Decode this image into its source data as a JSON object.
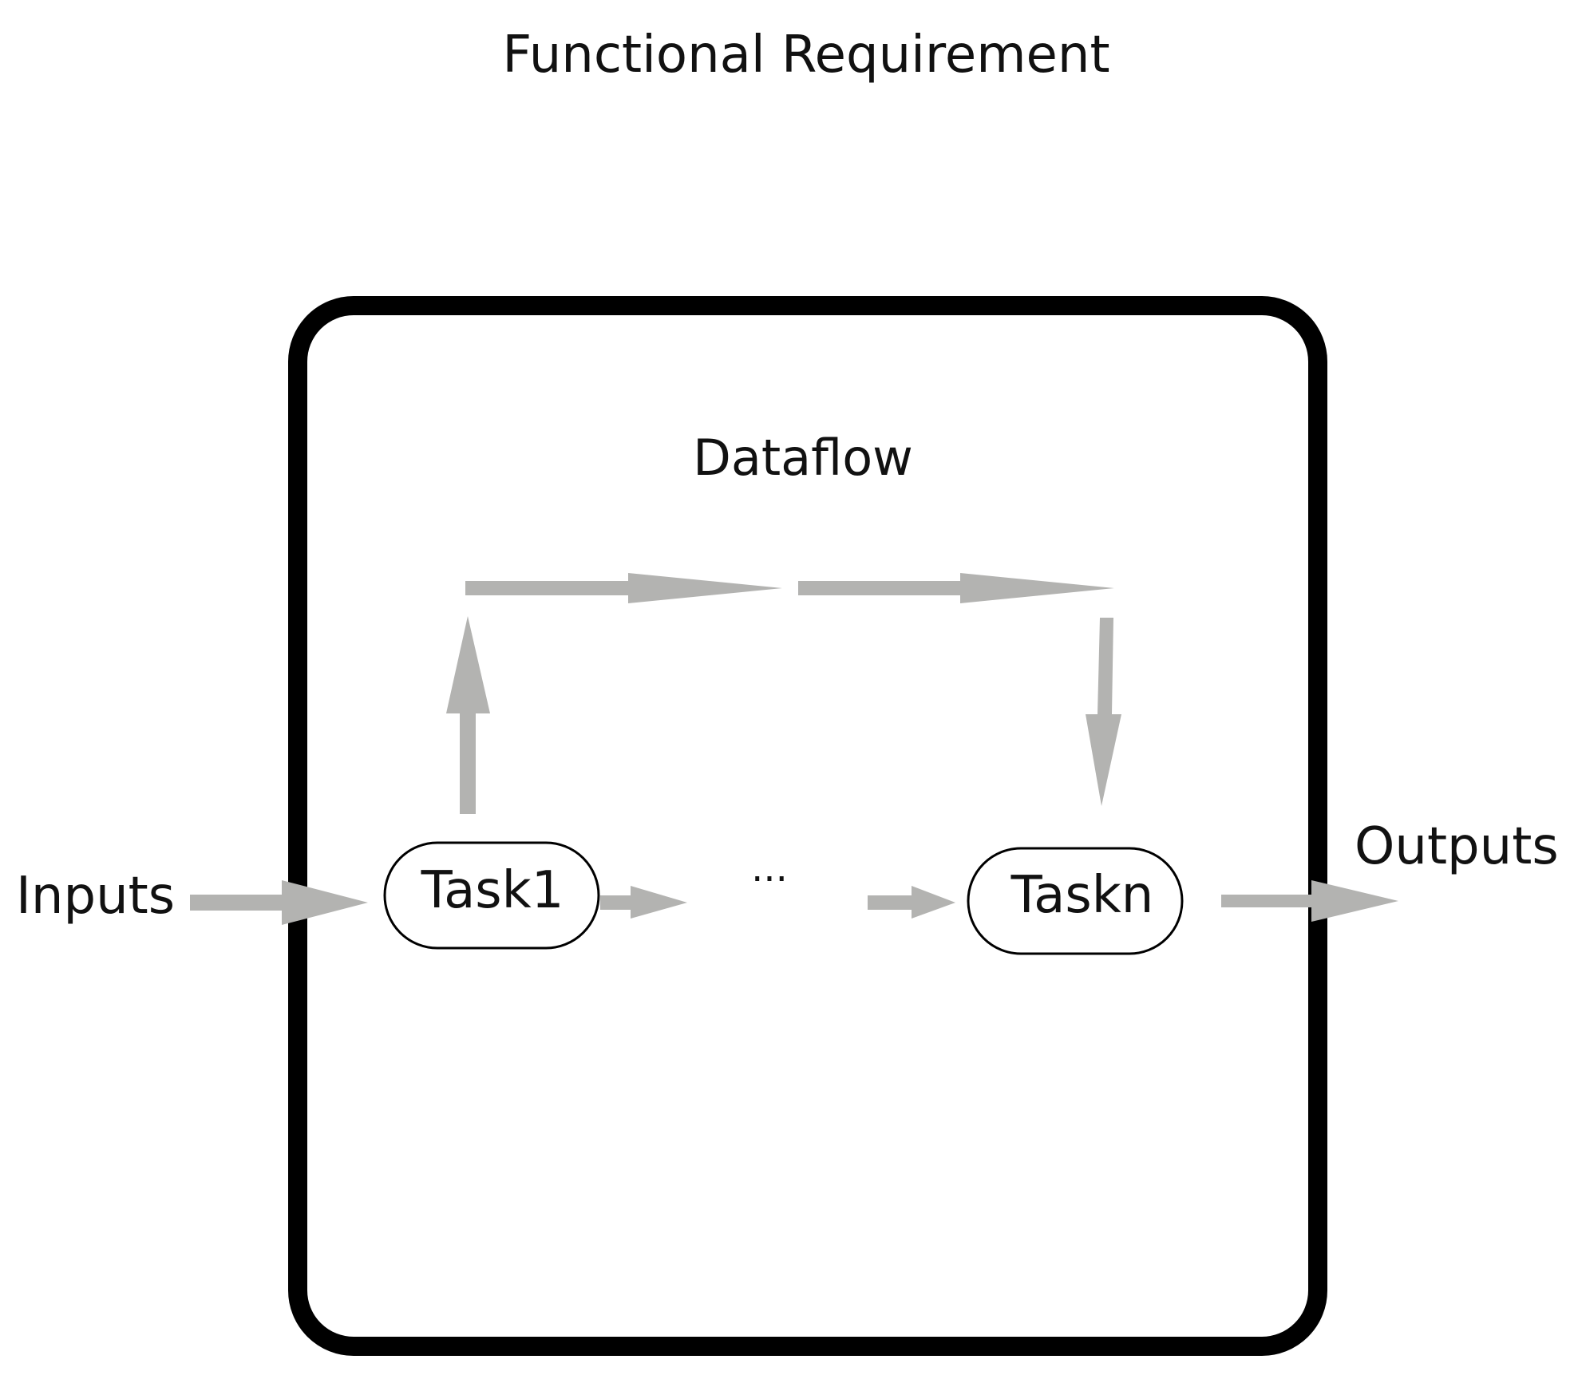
{
  "title": "Functional Requirement",
  "container": {
    "label": "Dataflow"
  },
  "nodes": {
    "task_first": "Task1",
    "task_last": "Taskn",
    "ellipsis": "···"
  },
  "io": {
    "inputs_label": "Inputs",
    "outputs_label": "Outputs"
  },
  "colors": {
    "arrow": "#b3b3b1",
    "border": "#000000",
    "text": "#111111",
    "background": "#ffffff"
  }
}
